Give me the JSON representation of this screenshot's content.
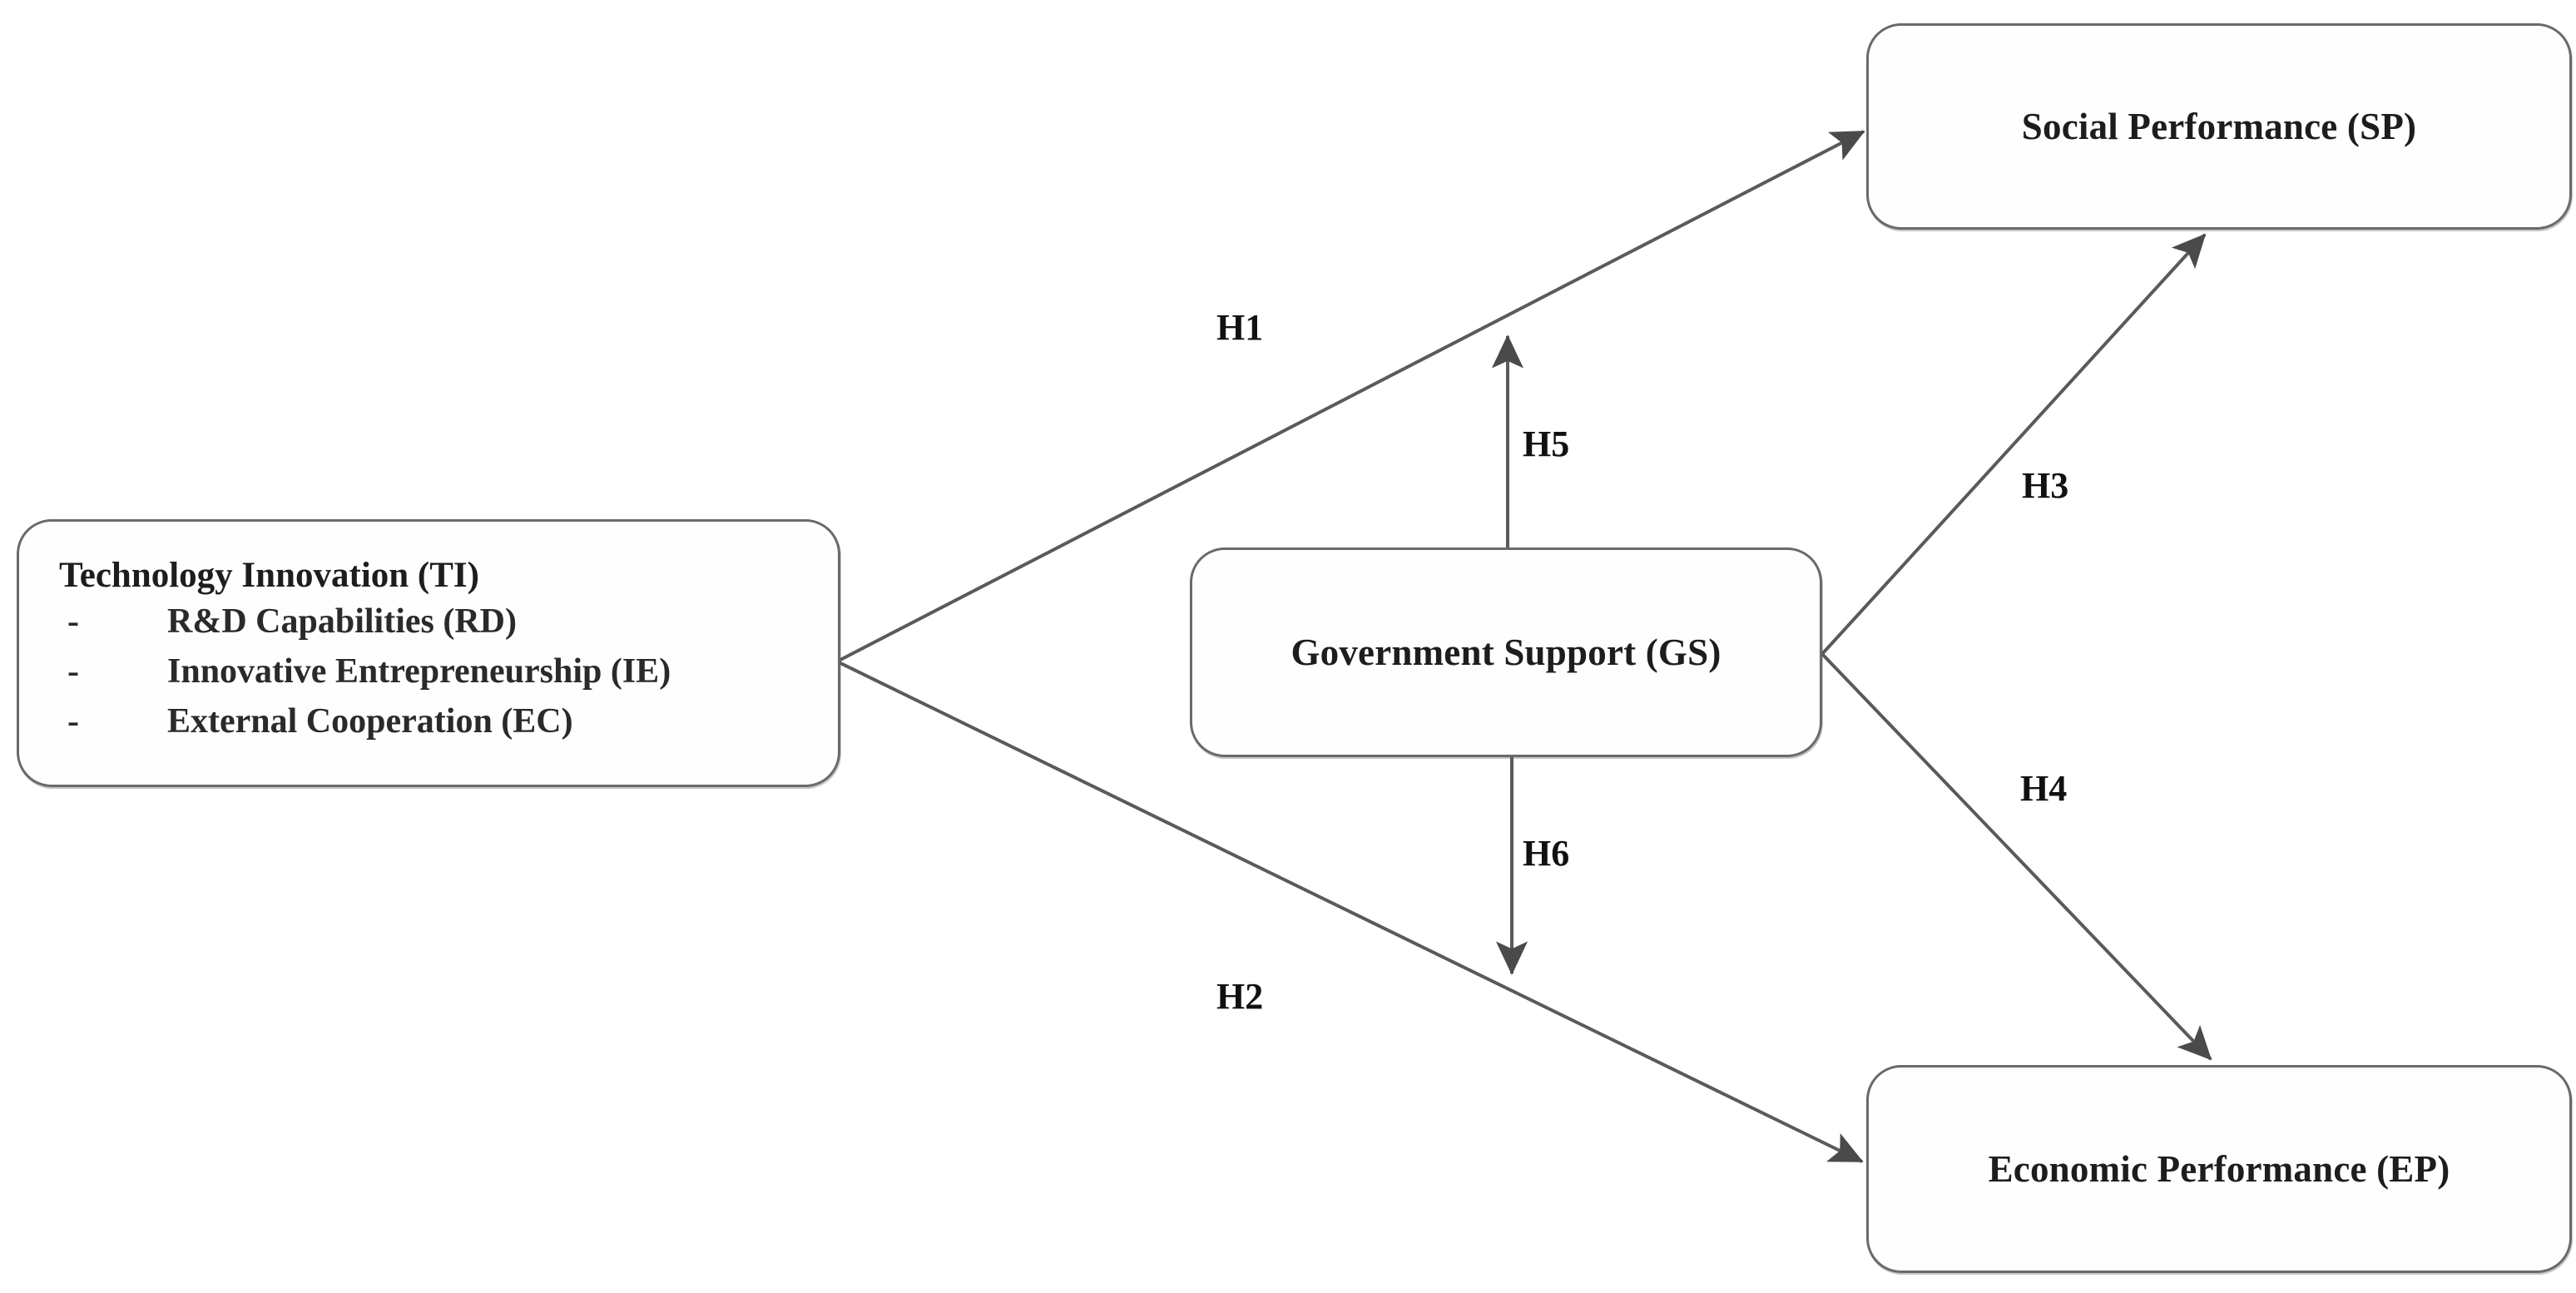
{
  "diagram": {
    "type": "conceptual-research-model",
    "background_color": "#ffffff",
    "line_color": "#5a5a5a",
    "box_border_color": "#6a6a6a",
    "text_color": "#1d1d1d"
  },
  "nodes": {
    "technology_innovation": {
      "title": "Technology Innovation (TI)",
      "bullet_marker": "-",
      "items": [
        "R&D Capabilities  (RD)",
        "Innovative Entrepreneurship (IE)",
        "External Cooperation (EC)"
      ]
    },
    "social_performance": {
      "title": "Social Performance (SP)"
    },
    "government_support": {
      "title": "Government Support (GS)"
    },
    "economic_performance": {
      "title": "Economic Performance (EP)"
    }
  },
  "edges": [
    {
      "id": "h1",
      "label": "H1",
      "from": "technology_innovation",
      "to": "social_performance"
    },
    {
      "id": "h2",
      "label": "H2",
      "from": "technology_innovation",
      "to": "economic_performance"
    },
    {
      "id": "h3",
      "label": "H3",
      "from": "government_support",
      "to": "social_performance"
    },
    {
      "id": "h4",
      "label": "H4",
      "from": "government_support",
      "to": "economic_performance"
    },
    {
      "id": "h5",
      "label": "H5",
      "from": "government_support",
      "to": "h1-path"
    },
    {
      "id": "h6",
      "label": "H6",
      "from": "government_support",
      "to": "h2-path"
    }
  ]
}
